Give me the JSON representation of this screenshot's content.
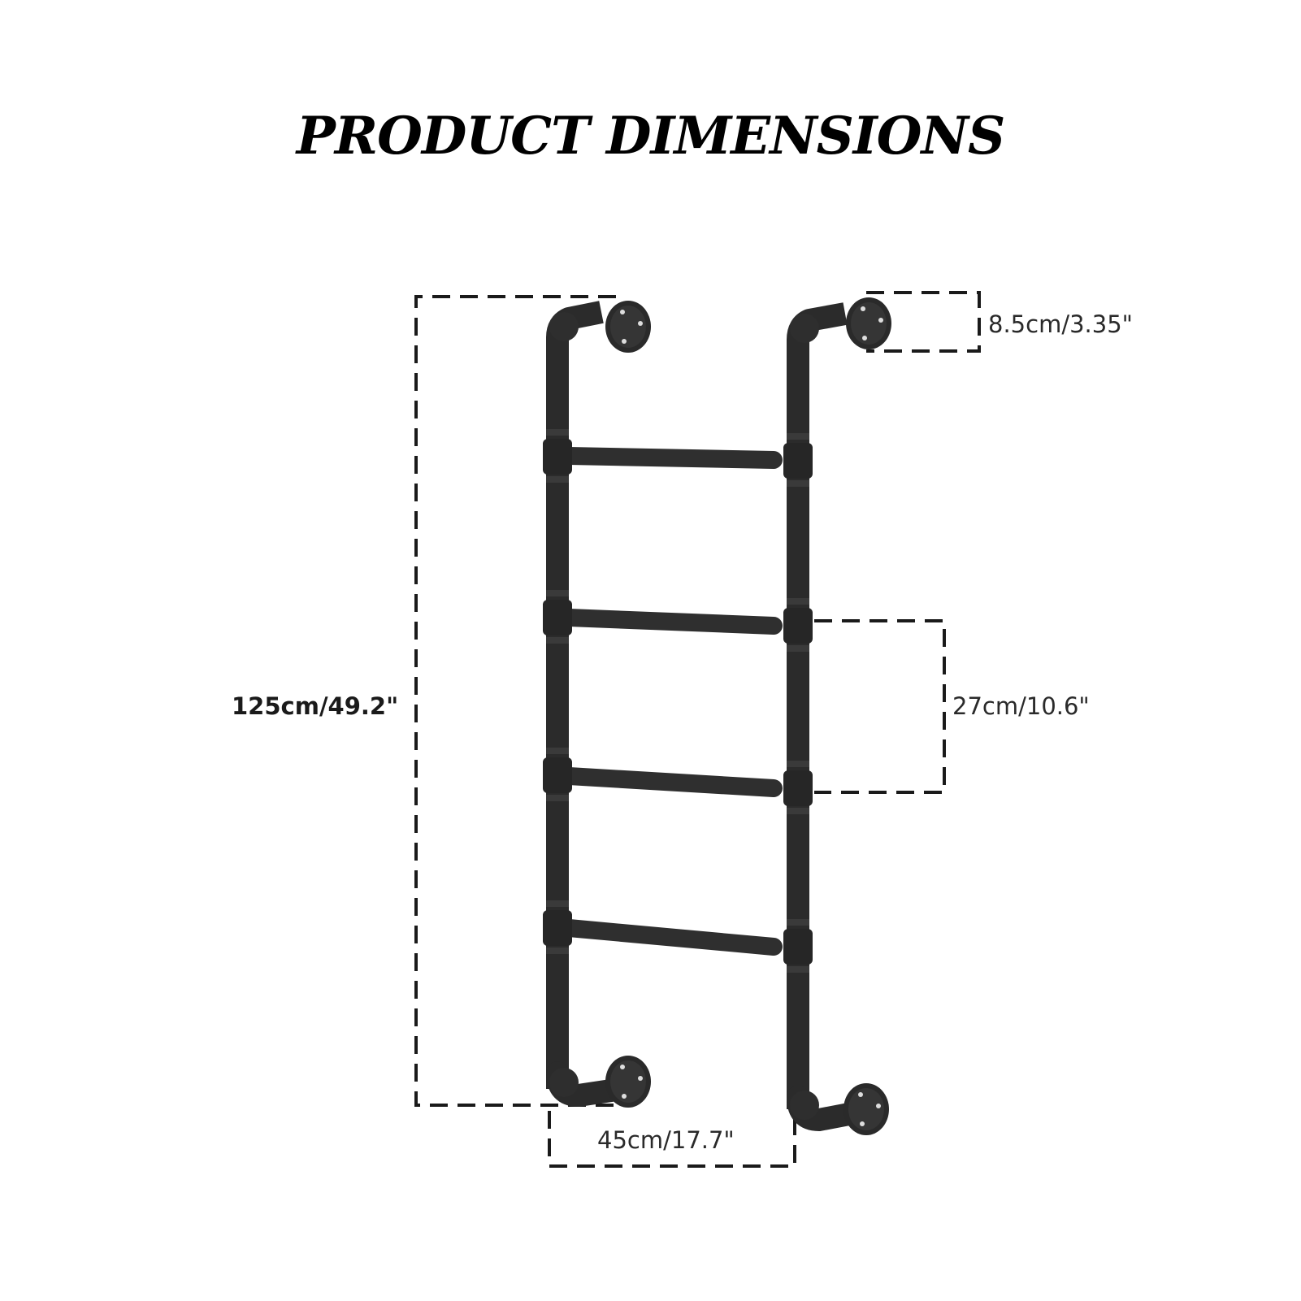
{
  "title": "PRODUCT DIMENSIONS",
  "dimensions": {
    "height": "125cm/49.2\"",
    "depth": "8.5cm/3.35\"",
    "spacing": "27cm/10.6\"",
    "width": "45cm/17.7\""
  },
  "colors": {
    "pipe": "#333333",
    "pipe_dark": "#222222",
    "dash": "#1a1a1a",
    "background": "#ffffff"
  },
  "rungs": 4
}
